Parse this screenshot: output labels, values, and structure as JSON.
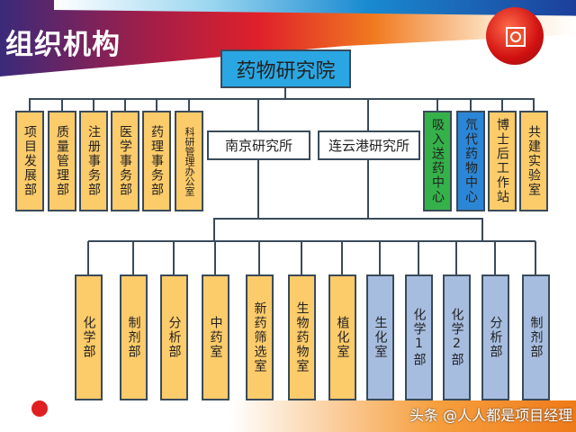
{
  "title": "组织机构",
  "root": "药物研究院",
  "top_departments": [
    {
      "label": "项目发展部",
      "color": "yellow"
    },
    {
      "label": "质量管理部",
      "color": "yellow"
    },
    {
      "label": "注册事务部",
      "color": "yellow"
    },
    {
      "label": "医学事务部",
      "color": "yellow"
    },
    {
      "label": "药理事务部",
      "color": "yellow"
    },
    {
      "label": "科研管理办公室",
      "color": "yellow"
    },
    {
      "label": "吸入送药中心",
      "color": "green"
    },
    {
      "label": "氘代药物中心",
      "color": "blue"
    },
    {
      "label": "博士后工作站",
      "color": "yellow"
    },
    {
      "label": "共建实验室",
      "color": "yellow"
    }
  ],
  "institutes": [
    "南京研究所",
    "连云港研究所"
  ],
  "nanjing_departments": [
    "化学部",
    "制剂部",
    "分析部",
    "中药室",
    "新药筛选室",
    "生物药物室",
    "植化室"
  ],
  "lianyungang_departments": [
    "生化室",
    "化学1部",
    "化学2部",
    "分析部",
    "制剂部"
  ],
  "watermark": "头条 @人人都是项目经理",
  "colors": {
    "yellow": "#fccb6a",
    "light_blue": "#a7bde0",
    "green": "#35b14a",
    "blue": "#2c86d6",
    "root": "#2aa7e2"
  }
}
